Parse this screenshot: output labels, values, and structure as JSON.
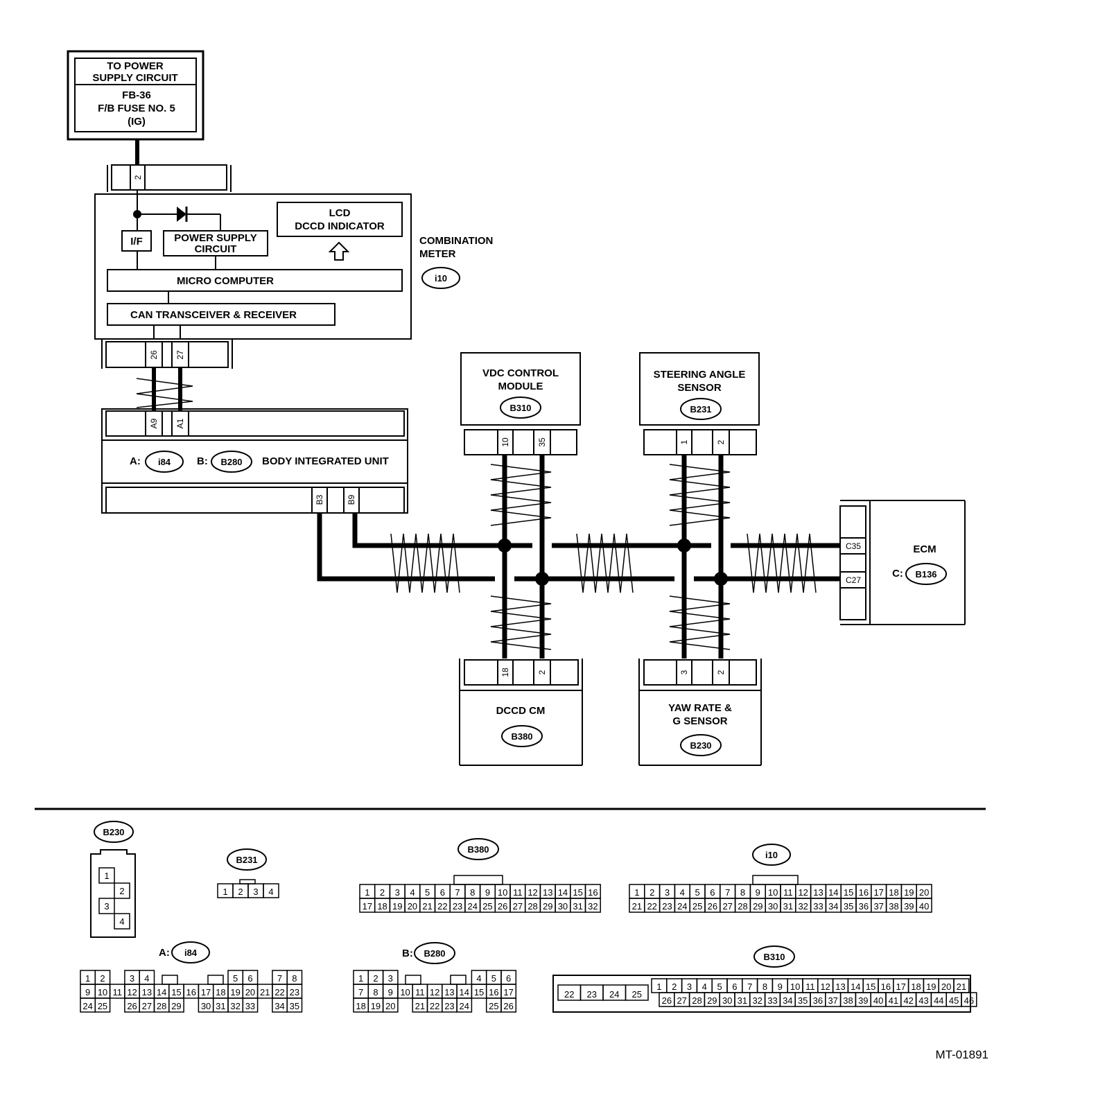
{
  "power_box": {
    "title_line1": "TO POWER",
    "title_line2": "SUPPLY CIRCUIT",
    "fuse_line1": "FB-36",
    "fuse_line2": "F/B FUSE NO. 5",
    "fuse_line3": "(IG)"
  },
  "combination_meter": {
    "name_line1": "COMBINATION",
    "name_line2": "METER",
    "connector": "i10",
    "top_pin": "2",
    "bottom_pins": [
      "26",
      "27"
    ],
    "if_label": "I/F",
    "psu_line1": "POWER SUPPLY",
    "psu_line2": "CIRCUIT",
    "lcd_line1": "LCD",
    "lcd_line2": "DCCD INDICATOR",
    "micro": "MICRO COMPUTER",
    "can": "CAN TRANSCEIVER & RECEIVER"
  },
  "body_unit": {
    "name": "BODY INTEGRATED UNIT",
    "a_prefix": "A:",
    "a_connector": "i84",
    "b_prefix": "B:",
    "b_connector": "B280",
    "top_pins": [
      "A9",
      "A1"
    ],
    "bottom_pins": [
      "B3",
      "B9"
    ]
  },
  "vdc": {
    "line1": "VDC CONTROL",
    "line2": "MODULE",
    "connector": "B310",
    "pins": [
      "10",
      "35"
    ]
  },
  "steering": {
    "line1": "STEERING ANGLE",
    "line2": "SENSOR",
    "connector": "B231",
    "pins": [
      "1",
      "2"
    ]
  },
  "dccd": {
    "name": "DCCD CM",
    "connector": "B380",
    "pins": [
      "18",
      "2"
    ]
  },
  "yaw": {
    "line1": "YAW RATE &",
    "line2": "G SENSOR",
    "connector": "B230",
    "pins": [
      "3",
      "2"
    ]
  },
  "ecm": {
    "name": "ECM",
    "prefix": "C:",
    "connector": "B136",
    "pins": [
      "C35",
      "C27"
    ]
  },
  "connectors": {
    "b230": {
      "label": "B230",
      "pins": [
        "1",
        "2",
        "3",
        "4"
      ]
    },
    "b231": {
      "label": "B231",
      "pins": [
        "1",
        "2",
        "3",
        "4"
      ]
    },
    "b380": {
      "label": "B380",
      "row1": [
        "1",
        "2",
        "3",
        "4",
        "5",
        "6",
        "7",
        "8",
        "9",
        "10",
        "11",
        "12",
        "13",
        "14",
        "15",
        "16"
      ],
      "row2": [
        "17",
        "18",
        "19",
        "20",
        "21",
        "22",
        "23",
        "24",
        "25",
        "26",
        "27",
        "28",
        "29",
        "30",
        "31",
        "32"
      ]
    },
    "i10": {
      "label": "i10",
      "row1": [
        "1",
        "2",
        "3",
        "4",
        "5",
        "6",
        "7",
        "8",
        "9",
        "10",
        "11",
        "12",
        "13",
        "14",
        "15",
        "16",
        "17",
        "18",
        "19",
        "20"
      ],
      "row2": [
        "21",
        "22",
        "23",
        "24",
        "25",
        "26",
        "27",
        "28",
        "29",
        "30",
        "31",
        "32",
        "33",
        "34",
        "35",
        "36",
        "37",
        "38",
        "39",
        "40"
      ]
    },
    "i84": {
      "prefix": "A:",
      "label": "i84",
      "row1": [
        "1",
        "2",
        "",
        "3",
        "4",
        "",
        "",
        "",
        "",
        "",
        "5",
        "6",
        "",
        "7",
        "8"
      ],
      "row2": [
        "9",
        "10",
        "11",
        "12",
        "13",
        "14",
        "15",
        "16",
        "17",
        "18",
        "19",
        "20",
        "21",
        "22",
        "23"
      ],
      "row3": [
        "24",
        "25",
        "",
        "26",
        "27",
        "28",
        "29",
        "",
        "30",
        "31",
        "32",
        "33",
        "",
        "34",
        "35"
      ]
    },
    "b280": {
      "prefix": "B:",
      "label": "B280",
      "row1": [
        "1",
        "2",
        "3",
        "",
        "",
        "",
        "",
        "",
        "4",
        "5",
        "6"
      ],
      "row2": [
        "7",
        "8",
        "9",
        "10",
        "11",
        "12",
        "13",
        "14",
        "15",
        "16",
        "17"
      ],
      "row3": [
        "18",
        "19",
        "20",
        "",
        "21",
        "22",
        "23",
        "24",
        "",
        "25",
        "26"
      ]
    },
    "b310": {
      "label": "B310",
      "left": [
        "22",
        "23",
        "24",
        "25"
      ],
      "row1": [
        "1",
        "2",
        "3",
        "4",
        "5",
        "6",
        "7",
        "8",
        "9",
        "10",
        "11",
        "12",
        "13",
        "14",
        "15",
        "16",
        "17",
        "18",
        "19",
        "20",
        "21"
      ],
      "row2": [
        "26",
        "27",
        "28",
        "29",
        "30",
        "31",
        "32",
        "33",
        "34",
        "35",
        "36",
        "37",
        "38",
        "39",
        "40",
        "41",
        "42",
        "43",
        "44",
        "45",
        "46"
      ]
    }
  },
  "figure_id": "MT-01891"
}
